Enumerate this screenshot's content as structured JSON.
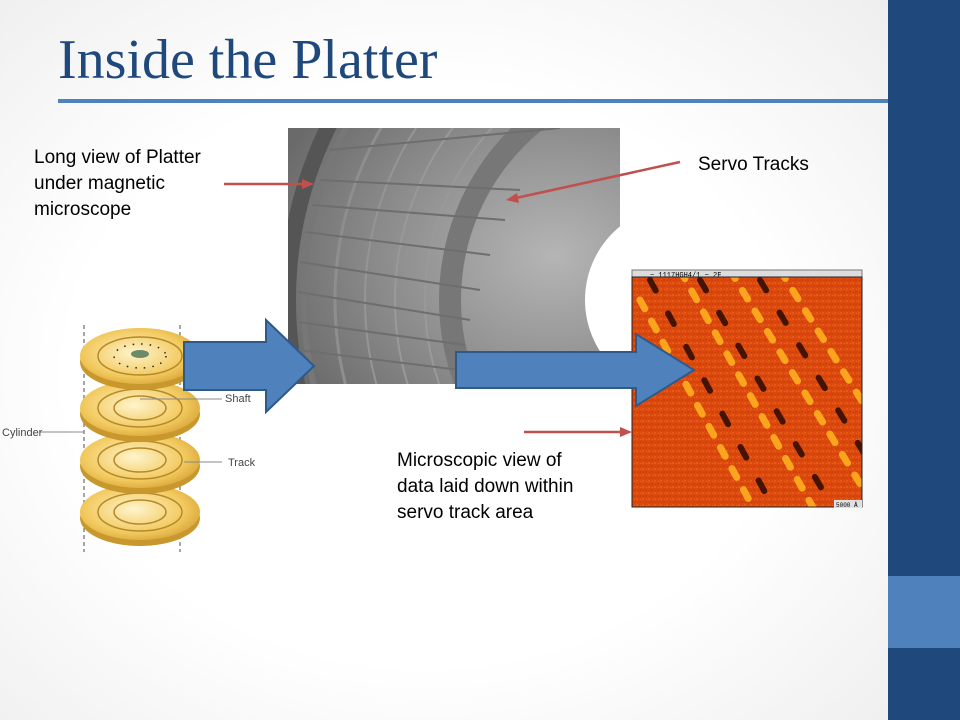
{
  "slide": {
    "title": "Inside the Platter",
    "accent_color": "#1f497d",
    "highlight_color": "#4f81bd"
  },
  "labels": {
    "long_view": "Long view of Platter\nunder magnetic\nmicroscope",
    "servo_tracks": "Servo Tracks",
    "microscopic_view": "Microscopic view of\ndata laid down within\nservo track area"
  },
  "diagram": {
    "shaft": "Shaft",
    "cylinder": "Cylinder",
    "track": "Track"
  },
  "micro_image": {
    "header_text": "~ 1117HGH4/1 ~ 2F",
    "scale_text": "5000 Å"
  }
}
